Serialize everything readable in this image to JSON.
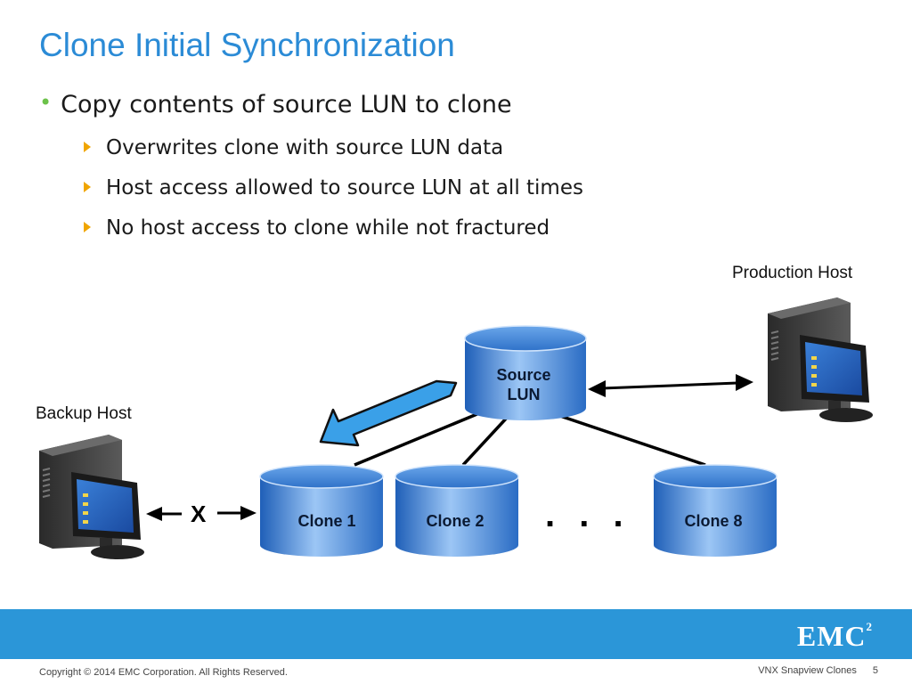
{
  "slide": {
    "title": "Clone Initial Synchronization",
    "bullet": "Copy contents of source LUN to clone",
    "sub_bullets": [
      "Overwrites clone with source LUN data",
      "Host access allowed to source LUN at all times",
      "No host access to clone while not fractured"
    ]
  },
  "diagram": {
    "production_host": "Production  Host",
    "backup_host": "Backup Host",
    "source_lun_line1": "Source",
    "source_lun_line2": "LUN",
    "clones": [
      "Clone 1",
      "Clone 2",
      "Clone 8"
    ],
    "ellipsis": ". . .",
    "blocked_marker": "X"
  },
  "footer": {
    "copyright": "Copyright © 2014 EMC Corporation. All Rights Reserved.",
    "deck_title": "VNX Snapview Clones",
    "page_number": "5",
    "logo": "EMC",
    "logo_sup": "2"
  },
  "colors": {
    "title": "#2b8bd6",
    "bullet_dot": "#6cc24a",
    "sub_bullet_arrow": "#f0a500",
    "footer_bar": "#2b96d8",
    "cylinder": "#3a7bd0",
    "sync_arrow": "#3aa0e8"
  }
}
